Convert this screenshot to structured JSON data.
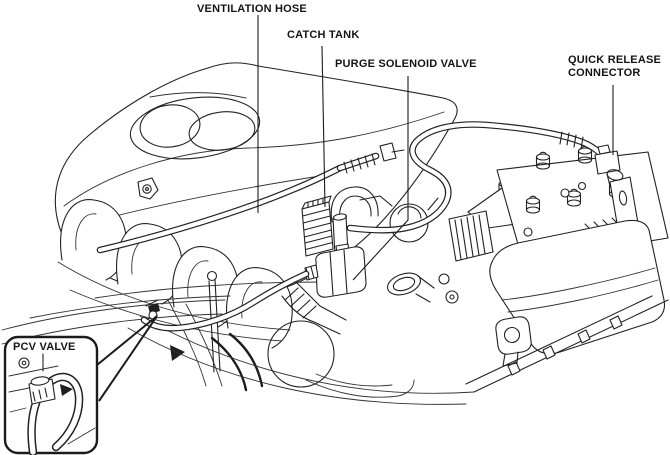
{
  "figure": {
    "background_color": "#ffffff",
    "line_color": "#222222",
    "text_color": "#141414"
  },
  "labels": {
    "ventilation_hose": "VENTILATION HOSE",
    "catch_tank": "CATCH TANK",
    "purge_solenoid_valve": "PURGE SOLENOID VALVE",
    "quick_release_connector": "QUICK RELEASE\nCONNECTOR",
    "pcv_valve": "PCV VALVE"
  }
}
